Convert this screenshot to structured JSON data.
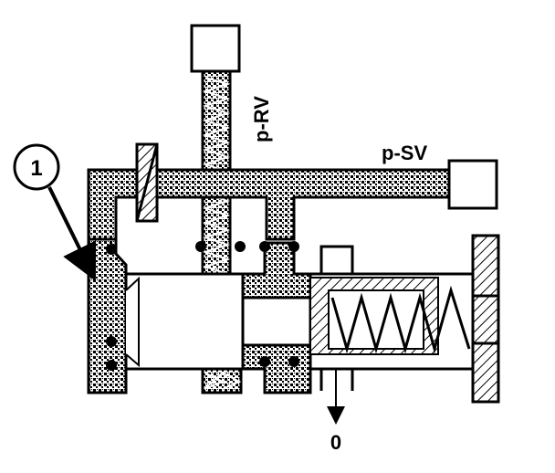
{
  "labels": {
    "callout_number": "1",
    "relief_valve": "p-RV",
    "sequence_valve": "p-SV",
    "return_port": "0"
  },
  "colors": {
    "ink": "#000000",
    "background": "#ffffff",
    "fluid_fill": "#555555"
  }
}
